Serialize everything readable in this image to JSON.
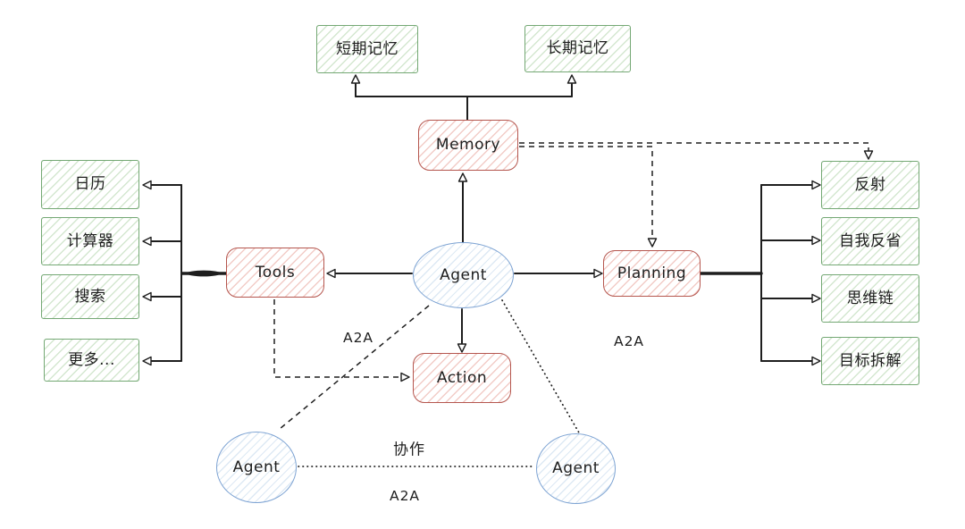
{
  "nodes": {
    "short_term_memory": {
      "label": "短期记忆"
    },
    "long_term_memory": {
      "label": "长期记忆"
    },
    "memory": {
      "label": "Memory"
    },
    "tools": {
      "label": "Tools"
    },
    "planning": {
      "label": "Planning"
    },
    "action": {
      "label": "Action"
    },
    "agent_center": {
      "label": "Agent"
    },
    "agent_bottom_left": {
      "label": "Agent"
    },
    "agent_bottom_right": {
      "label": "Agent"
    },
    "calendar": {
      "label": "日历"
    },
    "calculator": {
      "label": "计算器"
    },
    "search": {
      "label": "搜索"
    },
    "more": {
      "label": "更多..."
    },
    "reflection": {
      "label": "反射"
    },
    "self_reflection": {
      "label": "自我反省"
    },
    "chain_of_thought": {
      "label": "思维链"
    },
    "goal_decomposition": {
      "label": "目标拆解"
    }
  },
  "edge_labels": {
    "a2a_left": "A2A",
    "a2a_right": "A2A",
    "collaboration": "协作",
    "a2a_bottom": "A2A"
  },
  "edges": [
    {
      "from": "memory",
      "to": "short_term_memory",
      "style": "solid-arrow"
    },
    {
      "from": "memory",
      "to": "long_term_memory",
      "style": "solid-arrow"
    },
    {
      "from": "agent_center",
      "to": "memory",
      "style": "solid-arrow"
    },
    {
      "from": "agent_center",
      "to": "tools",
      "style": "solid-arrow"
    },
    {
      "from": "agent_center",
      "to": "planning",
      "style": "solid-arrow"
    },
    {
      "from": "agent_center",
      "to": "action",
      "style": "solid-arrow"
    },
    {
      "from": "tools",
      "to": "calendar",
      "style": "solid-arrow"
    },
    {
      "from": "tools",
      "to": "calculator",
      "style": "solid-arrow"
    },
    {
      "from": "tools",
      "to": "search",
      "style": "solid-arrow"
    },
    {
      "from": "tools",
      "to": "more",
      "style": "solid-arrow"
    },
    {
      "from": "planning",
      "to": "reflection",
      "style": "solid-arrow"
    },
    {
      "from": "planning",
      "to": "self_reflection",
      "style": "solid-arrow"
    },
    {
      "from": "planning",
      "to": "chain_of_thought",
      "style": "solid-arrow"
    },
    {
      "from": "planning",
      "to": "goal_decomposition",
      "style": "solid-arrow"
    },
    {
      "from": "memory",
      "to": "reflection",
      "style": "dashed-arrow"
    },
    {
      "from": "memory",
      "to": "planning",
      "style": "dashed-arrow"
    },
    {
      "from": "tools",
      "to": "action",
      "style": "dashed-arrow"
    },
    {
      "from": "agent_center",
      "to": "agent_bottom_left",
      "style": "dashed",
      "label": "A2A"
    },
    {
      "from": "agent_center",
      "to": "agent_bottom_right",
      "style": "dotted",
      "label": "A2A"
    },
    {
      "from": "agent_bottom_left",
      "to": "agent_bottom_right",
      "style": "dotted",
      "label": "协作 / A2A"
    }
  ],
  "colors": {
    "canvas": "#ffffff",
    "ink": "#1e1e1e",
    "green_stroke": "#74a874",
    "green_fill_hatch": "#d4e7d0",
    "red_stroke": "#b5564e",
    "red_fill_hatch": "#f2ccc7",
    "blue_stroke": "#7da3d3",
    "blue_fill_hatch": "#dde9f4"
  }
}
